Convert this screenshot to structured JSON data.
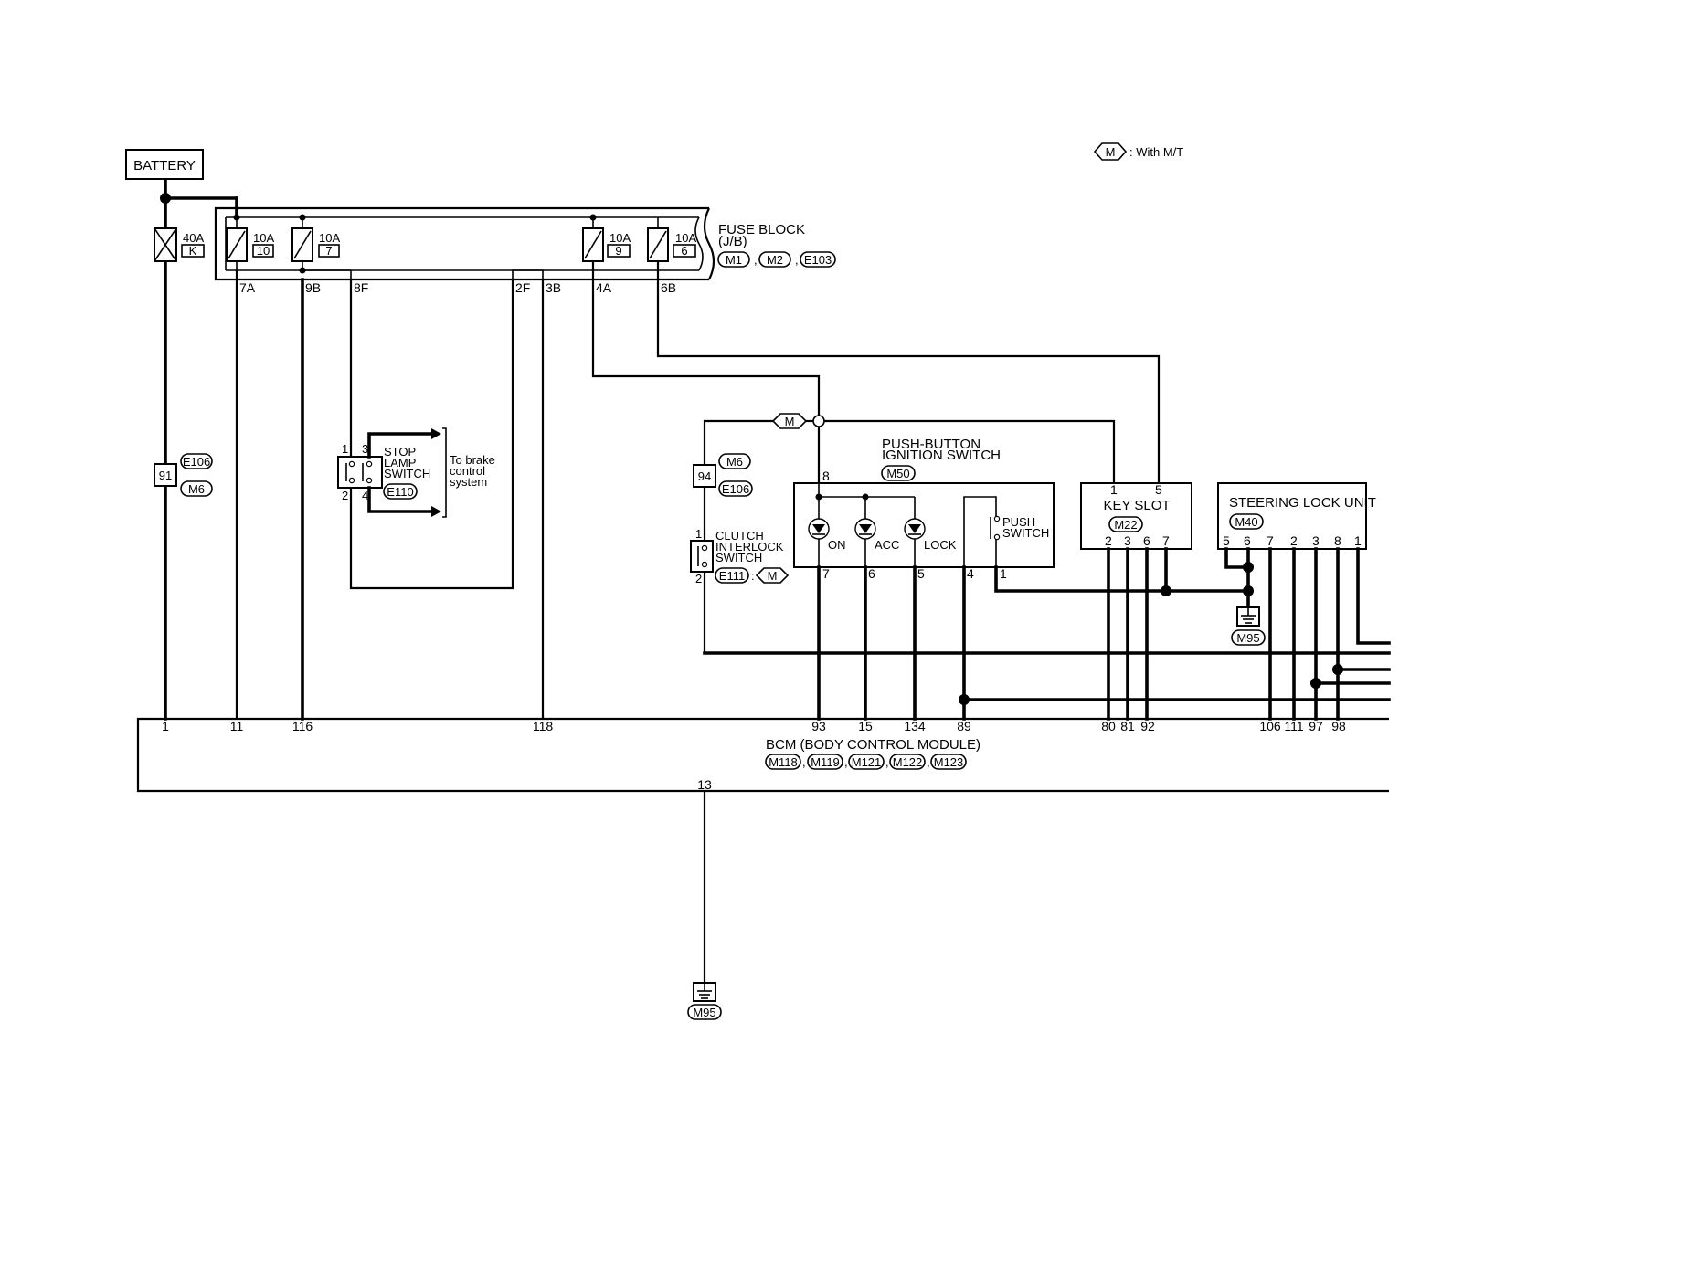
{
  "legend": {
    "tag": "M",
    "text": ": With M/T"
  },
  "battery": {
    "label": "BATTERY"
  },
  "fusible_link": {
    "rating": "40A",
    "id": "K"
  },
  "fuse_block": {
    "title_line1": "FUSE BLOCK",
    "title_line2": "(J/B)",
    "connectors": [
      "M1",
      "M2",
      "E103"
    ],
    "fuses": [
      {
        "rating": "10A",
        "number": "10"
      },
      {
        "rating": "10A",
        "number": "7"
      },
      {
        "rating": "10A",
        "number": "9"
      },
      {
        "rating": "10A",
        "number": "6"
      }
    ],
    "terminals": [
      "7A",
      "9B",
      "8F",
      "2F",
      "3B",
      "4A",
      "6B"
    ]
  },
  "joint_91": {
    "id": "91",
    "connectors": [
      "E106",
      "M6"
    ]
  },
  "joint_94": {
    "id": "94",
    "connectors": [
      "M6",
      "E106"
    ]
  },
  "stop_lamp_switch": {
    "line1": "STOP",
    "line2": "LAMP",
    "line3": "SWITCH",
    "connector": "E110",
    "pins": [
      "1",
      "3",
      "2",
      "4"
    ],
    "to_line1": "To brake",
    "to_line2": "control",
    "to_line3": "system"
  },
  "mt_tag": {
    "tag": "M"
  },
  "clutch_switch": {
    "line1": "CLUTCH",
    "line2": "INTERLOCK",
    "line3": "SWITCH",
    "connector": "E111",
    "suffix": ":",
    "tag": "M",
    "pins": [
      "1",
      "2"
    ]
  },
  "push_button": {
    "title_line1": "PUSH-BUTTON",
    "title_line2": "IGNITION SWITCH",
    "connector": "M50",
    "pin_top": "8",
    "labels": [
      "ON",
      "ACC",
      "LOCK"
    ],
    "push_line1": "PUSH",
    "push_line2": "SWITCH",
    "pins_bottom": [
      "7",
      "6",
      "5",
      "4",
      "1"
    ]
  },
  "key_slot": {
    "title": "KEY SLOT",
    "connector": "M22",
    "pins_top": [
      "1",
      "5"
    ],
    "pins_bottom": [
      "2",
      "3",
      "6",
      "7"
    ]
  },
  "steering_lock": {
    "title": "STEERING LOCK UNIT",
    "connector": "M40",
    "pins": [
      "5",
      "6",
      "7",
      "2",
      "3",
      "8",
      "1"
    ],
    "ground": "M95"
  },
  "bcm": {
    "title": "BCM (BODY CONTROL MODULE)",
    "connectors": [
      "M118",
      "M119",
      "M121",
      "M122",
      "M123"
    ],
    "pins": [
      "1",
      "11",
      "116",
      "118",
      "93",
      "15",
      "134",
      "89",
      "80",
      "81",
      "92",
      "106",
      "111",
      "97",
      "98"
    ],
    "pin_bottom": "13",
    "ground": "M95"
  }
}
